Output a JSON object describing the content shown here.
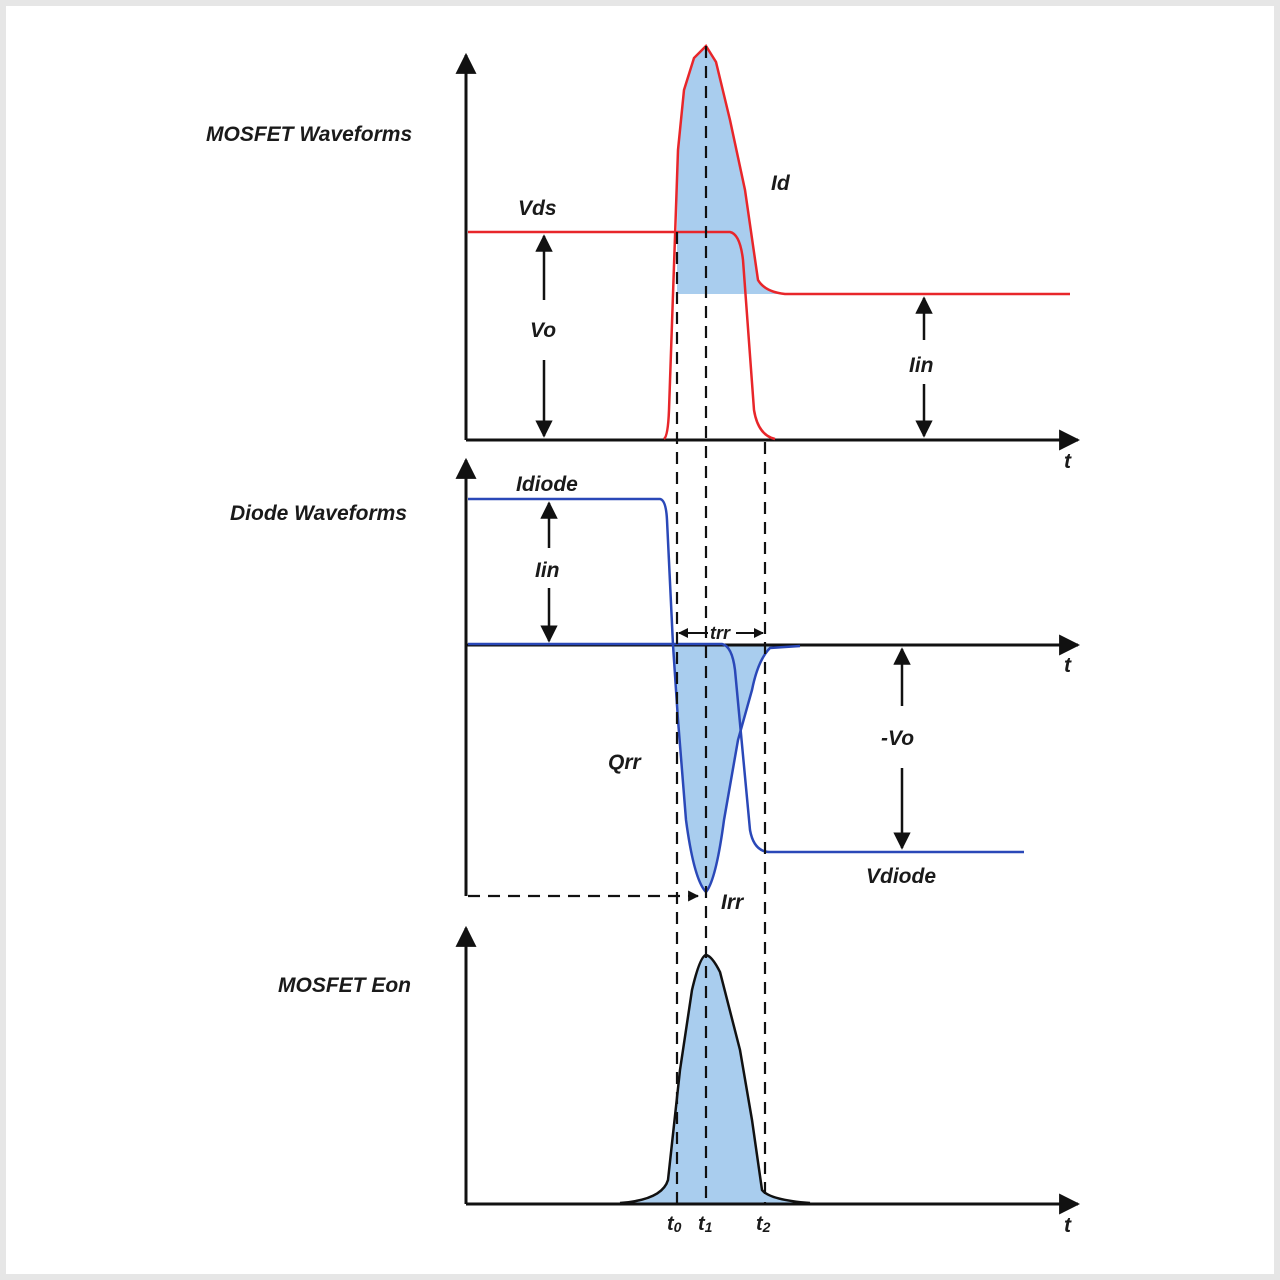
{
  "panels": {
    "mosfet": {
      "title": "MOSFET Waveforms",
      "label_vds": "Vds",
      "label_id": "Id",
      "label_vo": "Vo",
      "label_iin": "Iin",
      "axis_t": "t"
    },
    "diode": {
      "title": "Diode Waveforms",
      "label_idiode": "Idiode",
      "label_iin": "Iin",
      "label_trr": "trr",
      "label_qrr": "Qrr",
      "label_neg_vo": "-Vo",
      "label_vdiode": "Vdiode",
      "label_irr": "Irr",
      "axis_t": "t"
    },
    "eon": {
      "title": "MOSFET Eon",
      "axis_t": "t",
      "tick_t0": "t",
      "tick_t0_sub": "0",
      "tick_t1": "t",
      "tick_t1_sub": "1",
      "tick_t2": "t",
      "tick_t2_sub": "2"
    }
  },
  "colors": {
    "vds": "#e8262a",
    "diode": "#2a48b8",
    "fill": "#a9cdee",
    "axis": "#111111"
  }
}
